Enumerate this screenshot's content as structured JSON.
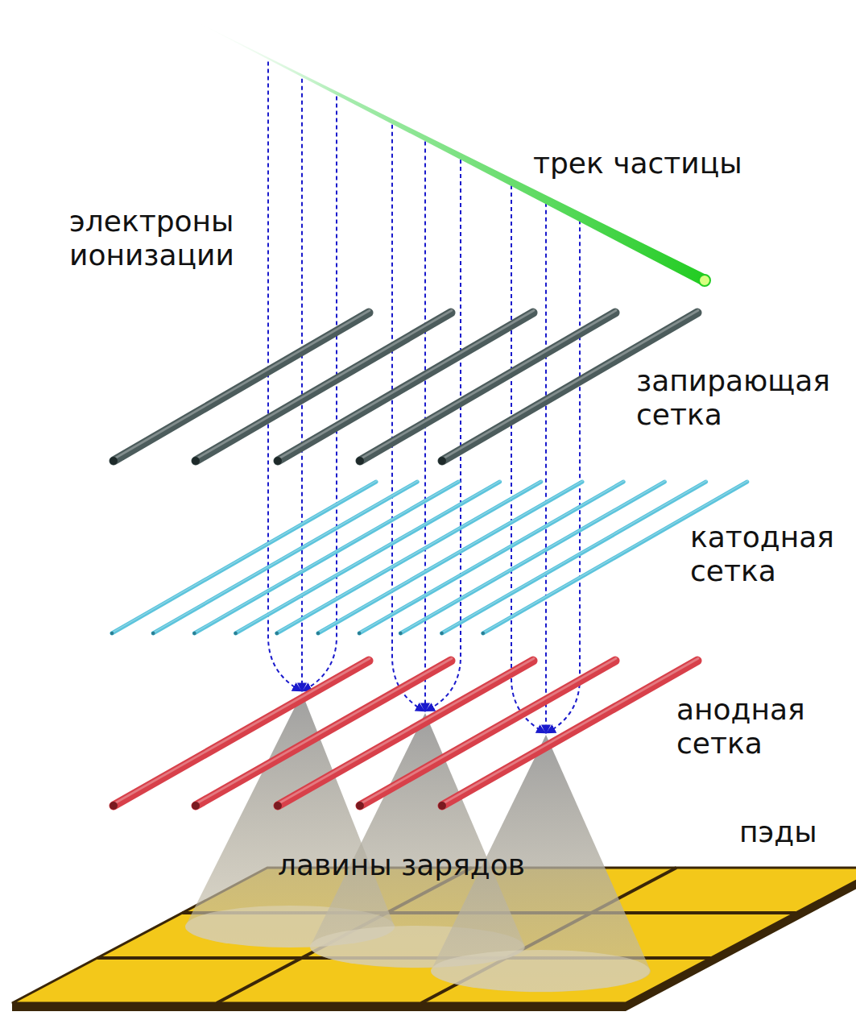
{
  "diagram": {
    "labels": [
      "трек частицы",
      "электроны ионизации",
      "запирающая сетка",
      "катодная сетка",
      "анодная сетка",
      "пэды",
      "лавины зарядов"
    ]
  }
}
